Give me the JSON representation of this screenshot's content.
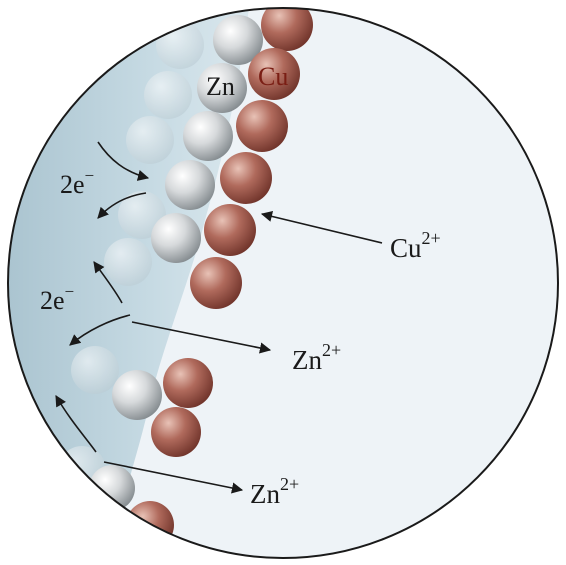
{
  "labels": {
    "zn": "Zn",
    "cu": "Cu",
    "electrons_1": {
      "base": "2e",
      "sup": "−"
    },
    "electrons_2": {
      "base": "2e",
      "sup": "−"
    },
    "cu_ion": {
      "base": "Cu",
      "sup": "2+"
    },
    "zn_ion_1": {
      "base": "Zn",
      "sup": "2+"
    },
    "zn_ion_2": {
      "base": "Zn",
      "sup": "2+"
    }
  },
  "colors": {
    "zinc_atom": "#c9cdd0",
    "copper_atom": "#b06a5c",
    "zinc_region": "#c3d8e1",
    "solution": "#eef3f7",
    "outline": "#1a1a1a"
  }
}
